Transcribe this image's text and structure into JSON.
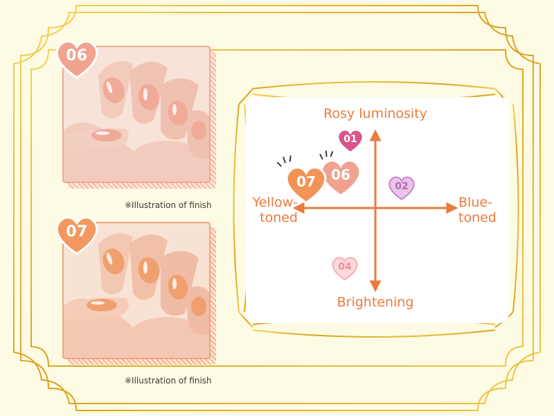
{
  "panels": [
    {
      "badge": "06",
      "caption": "※Illustration of finish",
      "skin": "#f2cbbd",
      "nail": "#efad9a",
      "stripe": "#f6b8a3",
      "badge_color": "#f2a390"
    },
    {
      "badge": "07",
      "caption": "※Illustration of finish",
      "skin": "#f3c8b3",
      "nail": "#f0a06e",
      "stripe": "#f4b393",
      "badge_color": "#f39860"
    }
  ],
  "map": {
    "axes": {
      "top": "Rosy luminosity",
      "bottom": "Brightening",
      "left_line1": "Yellow-",
      "left_line2": "toned",
      "right_line1": "Blue-",
      "right_line2": "toned"
    },
    "axis_color": "#ea7b3d",
    "markers": [
      {
        "label": "01",
        "color": "#d9548b",
        "style": "solid"
      },
      {
        "label": "02",
        "color": "#c97bc9",
        "style": "soft"
      },
      {
        "label": "04",
        "color": "#f5aab3",
        "style": "soft"
      },
      {
        "label": "06",
        "color": "#f0a290",
        "style": "solid"
      },
      {
        "label": "07",
        "color": "#f29457",
        "style": "solid"
      }
    ]
  },
  "frame_color": "#e3b52a"
}
